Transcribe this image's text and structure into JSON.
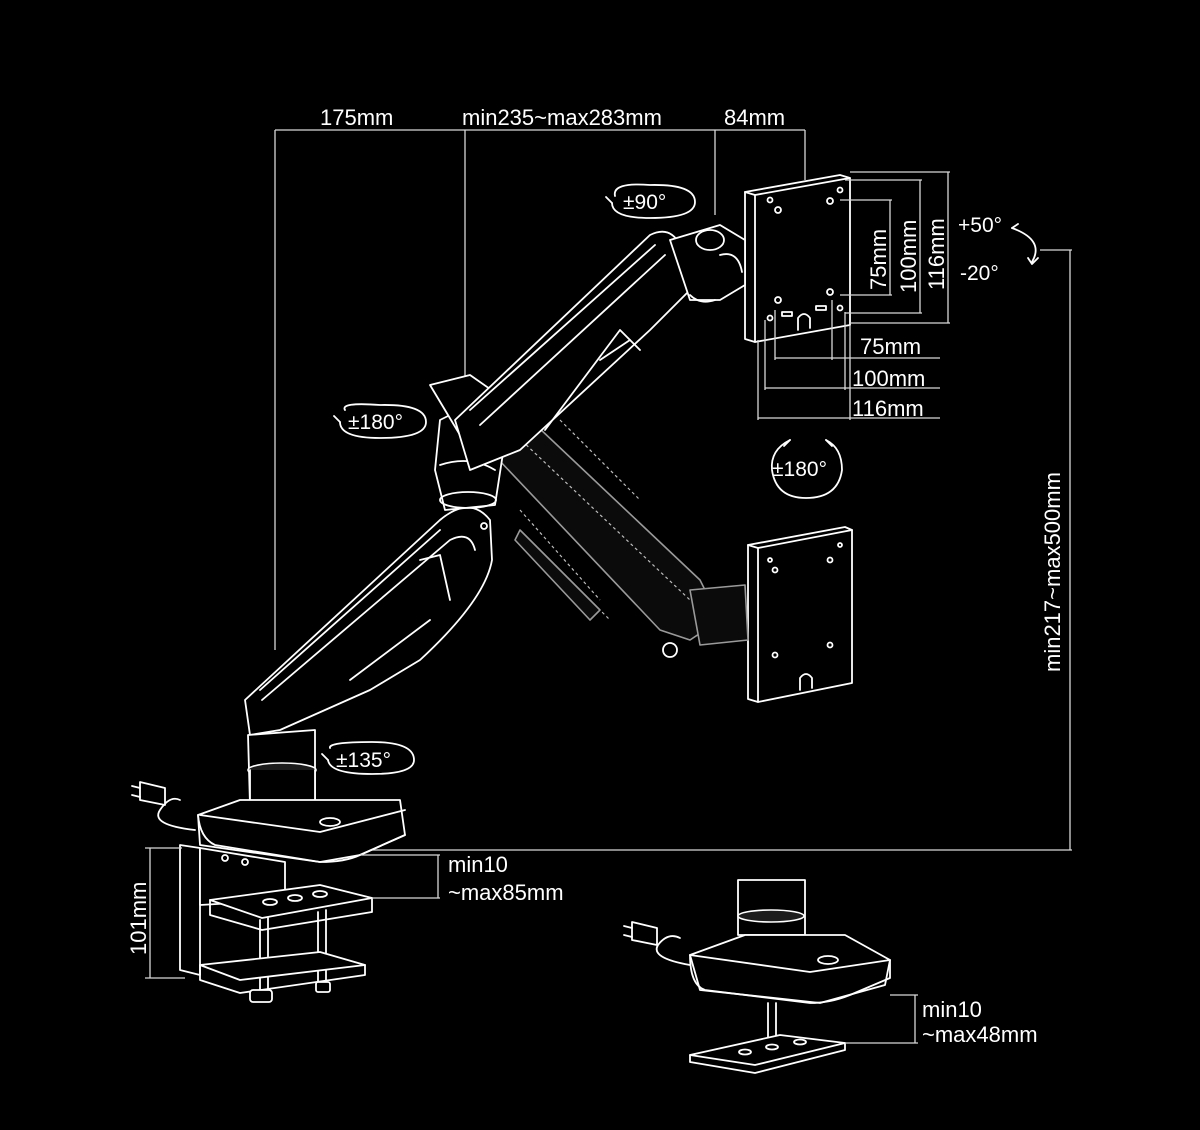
{
  "dimensions": {
    "top_left": "175mm",
    "top_mid": "min235~max283mm",
    "top_right": "84mm",
    "vesa_v_75": "75mm",
    "vesa_v_100": "100mm",
    "vesa_v_116": "116mm",
    "vesa_h_75": "75mm",
    "vesa_h_100": "100mm",
    "vesa_h_116": "116mm",
    "height_range": "min217~max500mm",
    "clamp_height": "101mm",
    "clamp_range_line1": "min10",
    "clamp_range_line2": "~max85mm",
    "grommet_range_line1": "min10",
    "grommet_range_line2": "~max48mm"
  },
  "angles": {
    "tilt_up": "+50°",
    "tilt_down": "-20°",
    "swivel_head": "±90°",
    "elbow": "±180°",
    "rotation": "±180°",
    "base": "±135°"
  },
  "colors": {
    "background": "#000000",
    "line": "#ffffff"
  }
}
